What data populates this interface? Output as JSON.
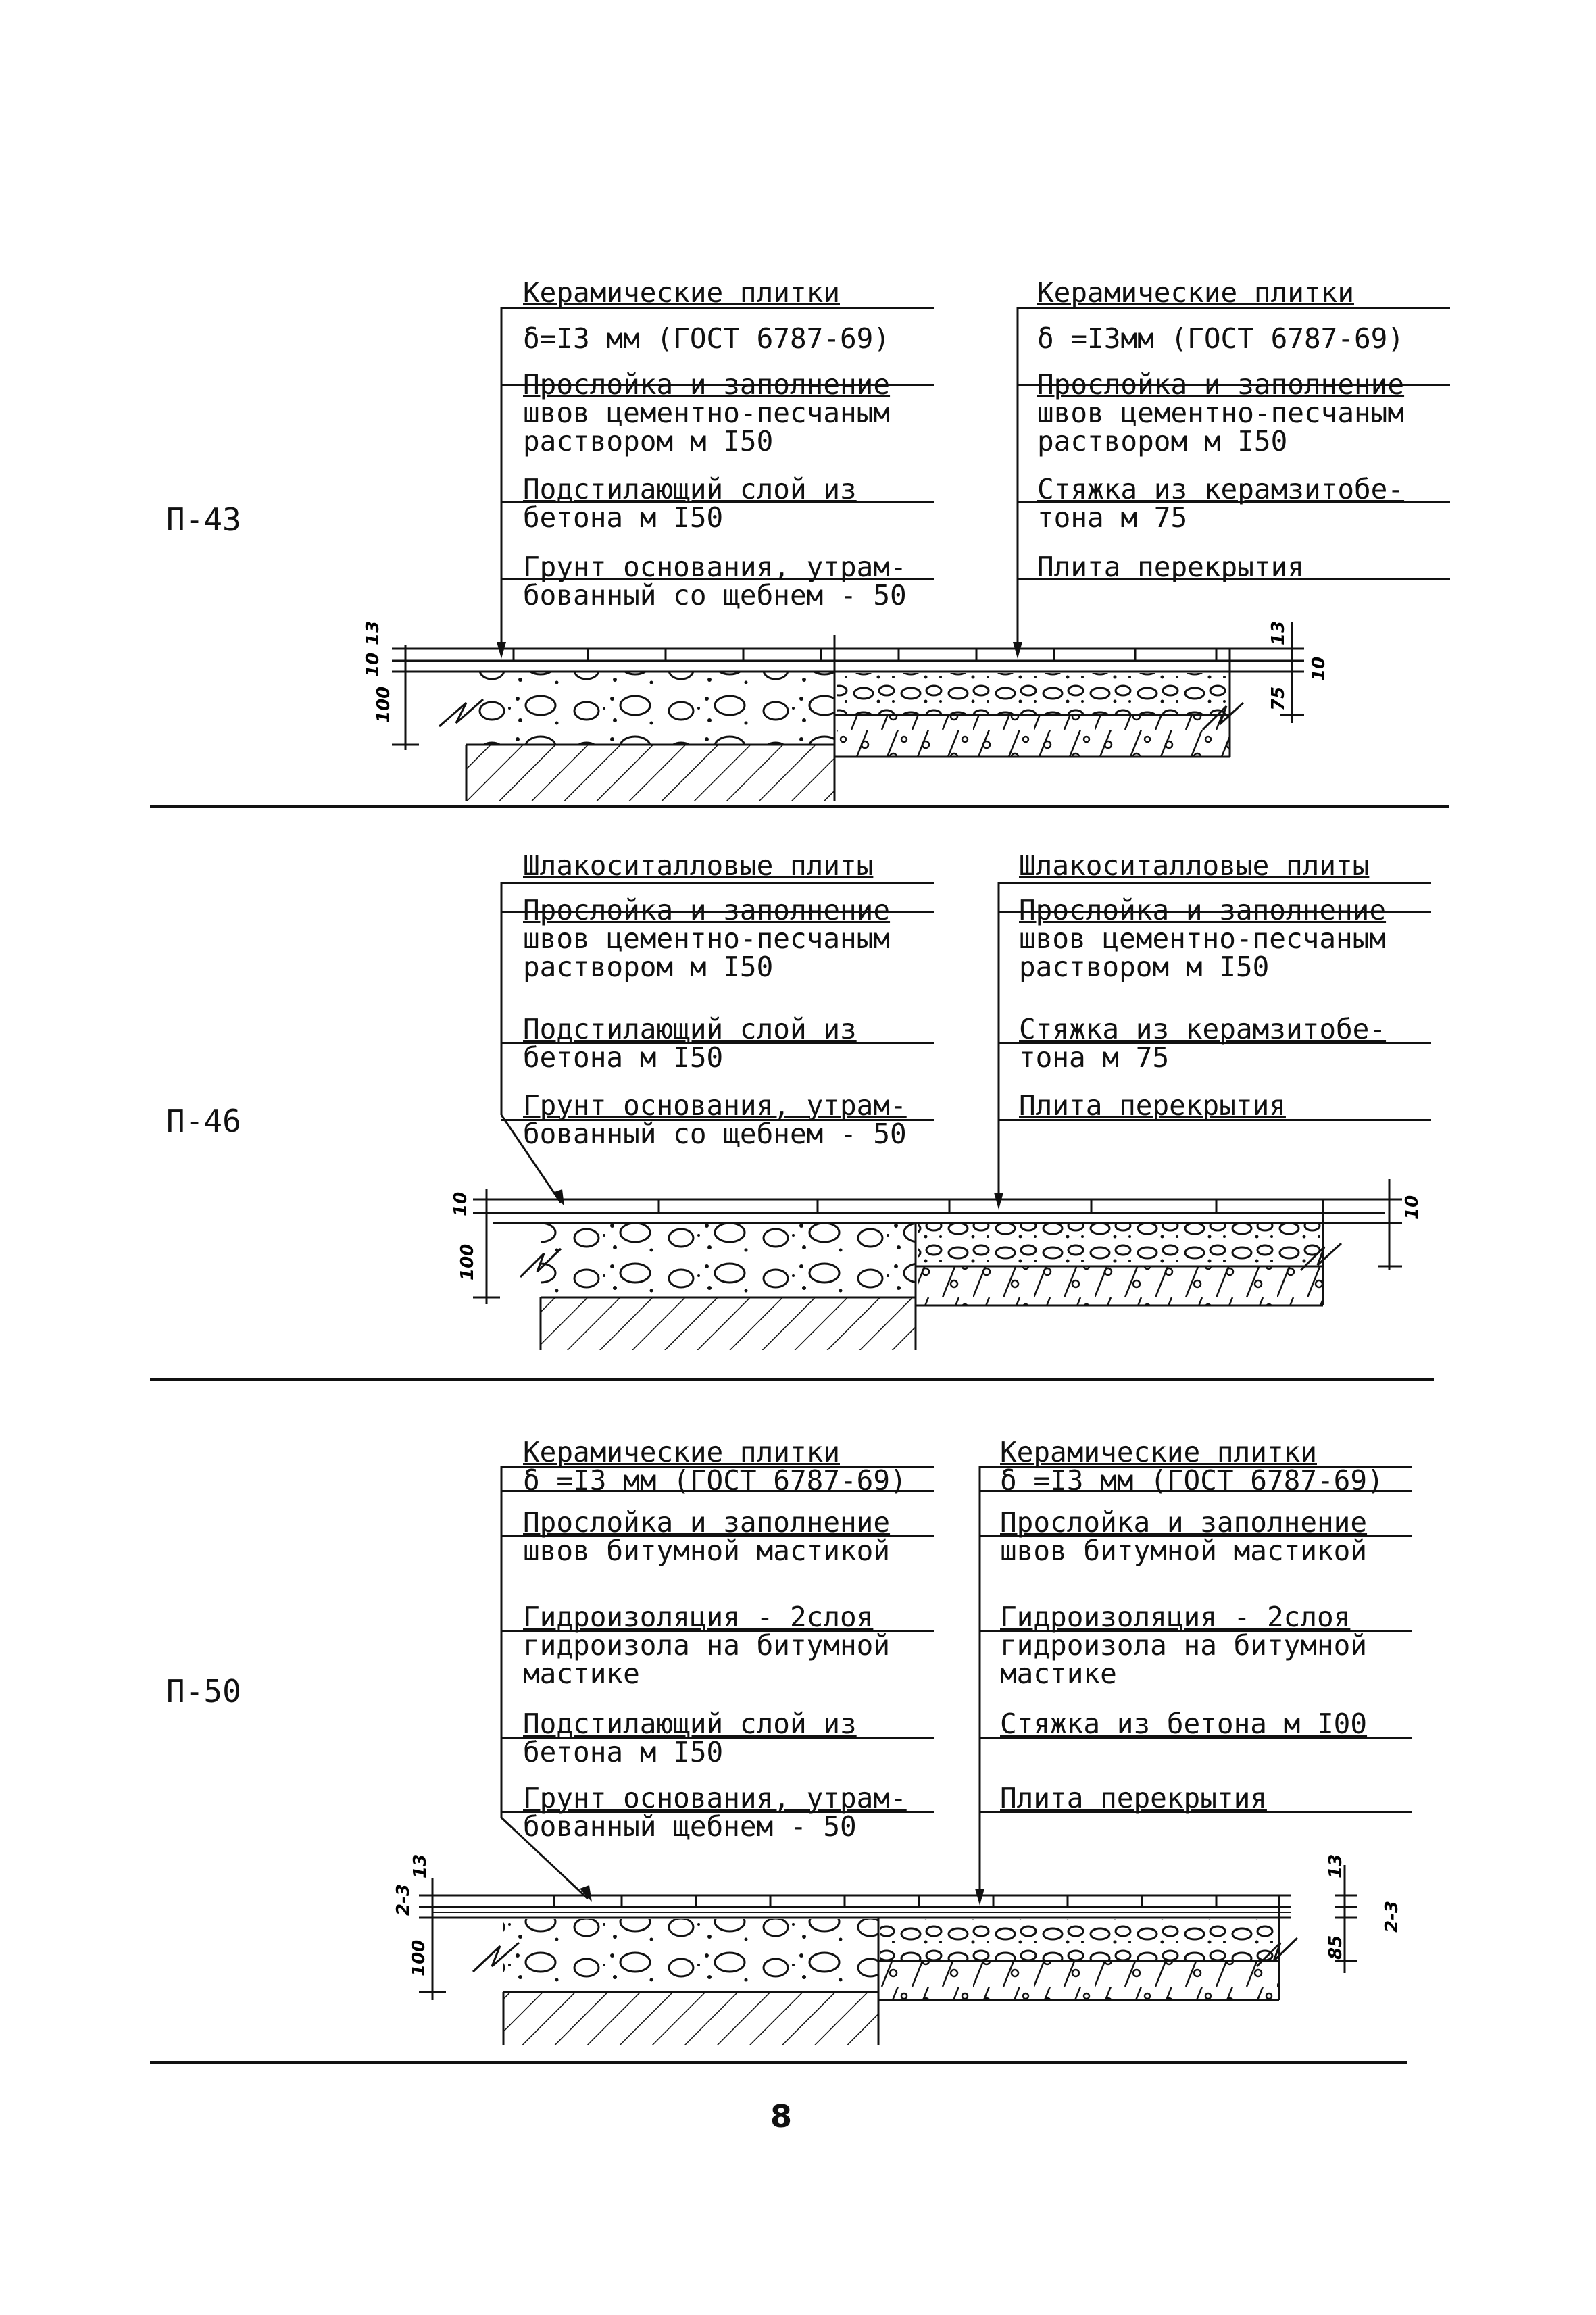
{
  "page_number": "8",
  "sections": [
    {
      "id": "P-43",
      "label": "П-43",
      "left": [
        {
          "head": "Керамические плитки",
          "rest": ""
        },
        {
          "head": "",
          "rest": "δ=I3 мм (ГОСТ 6787-69)"
        },
        {
          "head": "Прослойка и заполнение",
          "rest": "швов цементно-песчаным\nраствором м I50"
        },
        {
          "head": "Подстилающий слой из",
          "rest": "бетона м I50"
        },
        {
          "head": "Грунт основания, утрам-",
          "rest": "бованный со щебнем - 50"
        }
      ],
      "right": [
        {
          "head": "Керамические плитки",
          "rest": ""
        },
        {
          "head": "",
          "rest": "δ =I3мм (ГОСТ 6787-69)"
        },
        {
          "head": "Прослойка и заполнение",
          "rest": "швов цементно-песчаным\nраствором м I50"
        },
        {
          "head": "Стяжка из керамзитобе-",
          "rest": "тона м 75"
        },
        {
          "head": "Плита перекрытия",
          "rest": ""
        }
      ],
      "dims_left": [
        "10",
        "13",
        "100"
      ],
      "dims_right": [
        "13",
        "10",
        "75"
      ]
    },
    {
      "id": "P-46",
      "label": "П-46",
      "left": [
        {
          "head": "Шлакоситалловые плиты",
          "rest": ""
        },
        {
          "head": "Прослойка и заполнение",
          "rest": "швов цементно-песчаным\nраствором м I50"
        },
        {
          "head": "Подстилающий слой из",
          "rest": "бетона м I50"
        },
        {
          "head": "Грунт основания, утрам-",
          "rest": "бованный со щебнем - 50"
        }
      ],
      "right": [
        {
          "head": "Шлакоситалловые плиты",
          "rest": ""
        },
        {
          "head": "Прослойка и заполнение",
          "rest": "швов цементно-песчаным\nраствором м I50"
        },
        {
          "head": "Стяжка из керамзитобе-",
          "rest": "тона м 75"
        },
        {
          "head": "Плита перекрытия",
          "rest": ""
        }
      ],
      "dims_left": [
        "10",
        "100"
      ],
      "dims_right": [
        "10"
      ]
    },
    {
      "id": "P-50",
      "label": "П-50",
      "left": [
        {
          "head": "Керамические плитки",
          "rest": "δ =I3 мм (ГОСТ 6787-69)"
        },
        {
          "head": "Прослойка и заполнение",
          "rest": "швов битумной мастикой"
        },
        {
          "head": "Гидроизоляция - 2слоя",
          "rest": "гидроизола на битумной\nмастике"
        },
        {
          "head": "Подстилающий слой из",
          "rest": "бетона м I50"
        },
        {
          "head": "Грунт основания, утрам-",
          "rest": "бованный щебнем - 50"
        }
      ],
      "right": [
        {
          "head": "Керамические плитки",
          "rest": "δ =I3 мм (ГОСТ 6787-69)"
        },
        {
          "head": "Прослойка и заполнение",
          "rest": "швов битумной мастикой"
        },
        {
          "head": "Гидроизоляция - 2слоя",
          "rest": "гидроизола на битумной\nмастике"
        },
        {
          "head": "Стяжка из бетона м I00",
          "rest": ""
        },
        {
          "head": "Плита перекрытия",
          "rest": ""
        }
      ],
      "dims_left": [
        "13",
        "2-3",
        "100"
      ],
      "dims_right": [
        "13",
        "2-3",
        "85"
      ]
    }
  ]
}
